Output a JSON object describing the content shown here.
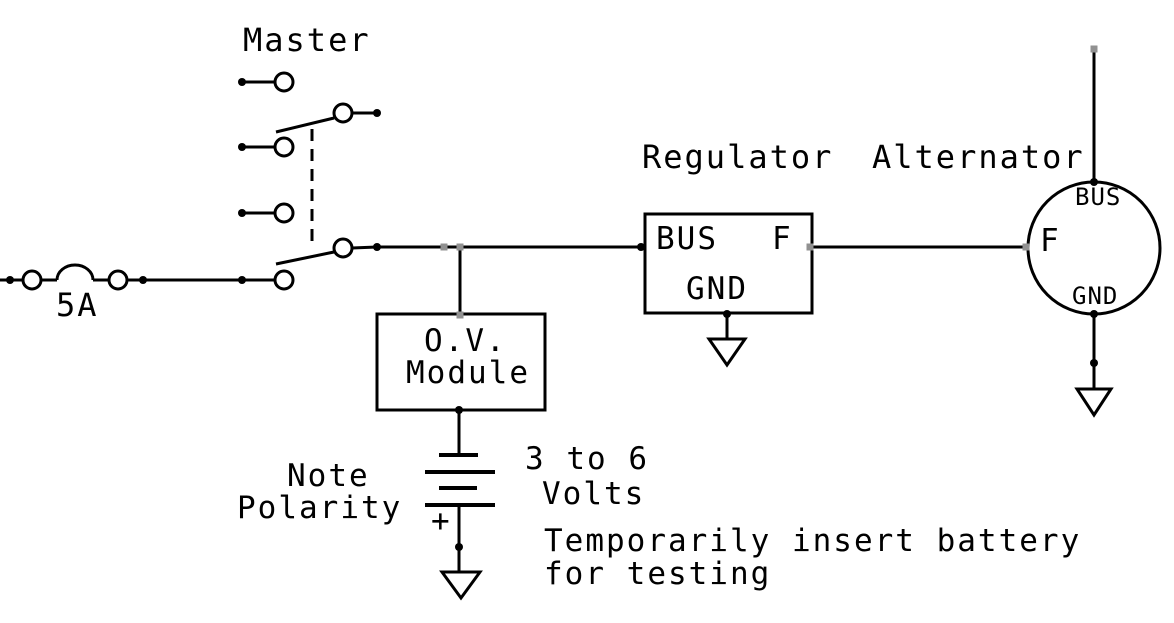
{
  "diagram": {
    "type": "electrical-schematic",
    "description_visible_text_only": true,
    "colors": {
      "line": "#000000",
      "text": "#000000",
      "background": "#ffffff",
      "selection_grip": "#919191"
    },
    "labels": {
      "master_switch": "Master",
      "fuse_rating": "5A",
      "regulator_title": "Regulator",
      "alternator_title": "Alternator",
      "regulator_pins": {
        "bus": "BUS",
        "f": "F",
        "gnd": "GND"
      },
      "alternator_pins": {
        "bus": "BUS",
        "f": "F",
        "gnd": "GND"
      },
      "ov_module_line1": "O.V.",
      "ov_module_line2": "Module",
      "note_line1": "Note",
      "note_line2": "Polarity",
      "battery_voltage_line1": "3 to 6",
      "battery_voltage_line2": "Volts",
      "battery_polarity_plus": "+",
      "instruction_line1": "Temporarily insert battery",
      "instruction_line2": "for testing"
    },
    "components": {
      "fuse": "5A fuse in series with bus wire",
      "master_switch": "double-pole switch with dashed mechanical linkage",
      "ov_module": "O.V. Module box fed from bus, grounded through test battery",
      "battery": "3 to 6 Volts test battery, plus terminal to ground",
      "regulator": "box with BUS input, F output, GND to ground",
      "alternator": "circle with BUS (top), F (left), GND (bottom to ground)"
    }
  }
}
